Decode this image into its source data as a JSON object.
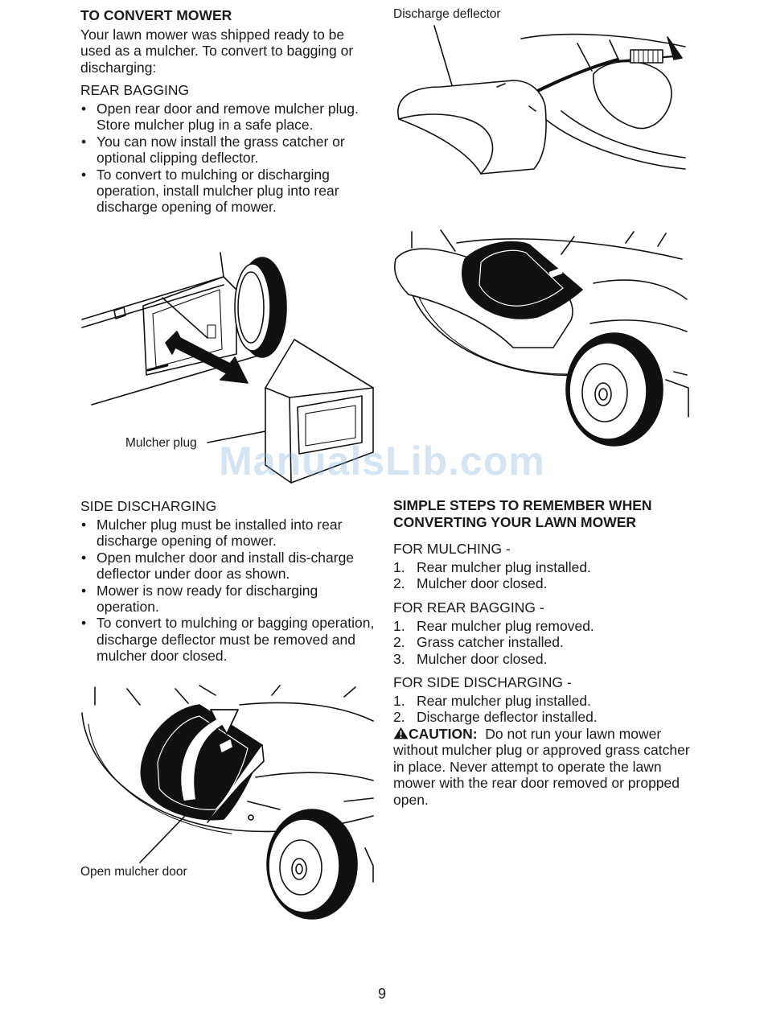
{
  "left_column": {
    "convert_heading": "TO CONVERT MOWER",
    "convert_intro": "Your lawn mower was shipped ready to be used as a mulcher. To convert to bagging or discharging:",
    "rear_bagging_heading": "REAR BAGGING",
    "rear_bagging_bullets": [
      "Open rear door and remove mulcher plug. Store mulcher plug in a safe place.",
      "You can now install the grass catcher or optional clipping deflector.",
      "To convert to mulching or discharging operation, install mulcher plug into rear discharge opening of mower."
    ],
    "mulcher_plug_label": "Mulcher plug",
    "side_discharging_heading": "SIDE DISCHARGING",
    "side_discharging_bullets": [
      "Mulcher plug must be installed into rear discharge opening of mower.",
      "Open mulcher door and install dis-charge deflector under door as shown.",
      "Mower is now ready for discharging operation.",
      "To convert to mulching or bagging operation, discharge deflector must be removed and mulcher door closed."
    ],
    "open_mulcher_door_label": "Open mulcher door"
  },
  "right_column": {
    "discharge_deflector_label": "Discharge deflector",
    "simple_steps_heading_line1": "SIMPLE STEPS TO REMEMBER WHEN",
    "simple_steps_heading_line2": "CONVERTING YOUR LAWN MOWER",
    "for_mulching_heading": "FOR MULCHING -",
    "for_mulching_steps": [
      {
        "num": "1.",
        "text": "Rear mulcher plug installed."
      },
      {
        "num": "2.",
        "text": "Mulcher door closed."
      }
    ],
    "for_rear_bagging_heading": "FOR REAR BAGGING -",
    "for_rear_bagging_steps": [
      {
        "num": "1.",
        "text": "Rear mulcher plug removed."
      },
      {
        "num": "2.",
        "text": "Grass catcher installed."
      },
      {
        "num": "3.",
        "text": "Mulcher door closed."
      }
    ],
    "for_side_discharging_heading": "FOR SIDE DISCHARGING -",
    "for_side_discharging_steps": [
      {
        "num": "1.",
        "text": "Rear mulcher plug installed."
      },
      {
        "num": "2.",
        "text": "Discharge deflector installed."
      }
    ],
    "caution_label": "CAUTION:",
    "caution_text_first": "Do not run your lawn",
    "caution_text_rest": "mower without mulcher plug or approved grass catcher in place. Never attempt to operate the lawn mower with the rear door removed or propped open."
  },
  "watermark": "ManualsLib.com",
  "page_number": "9"
}
